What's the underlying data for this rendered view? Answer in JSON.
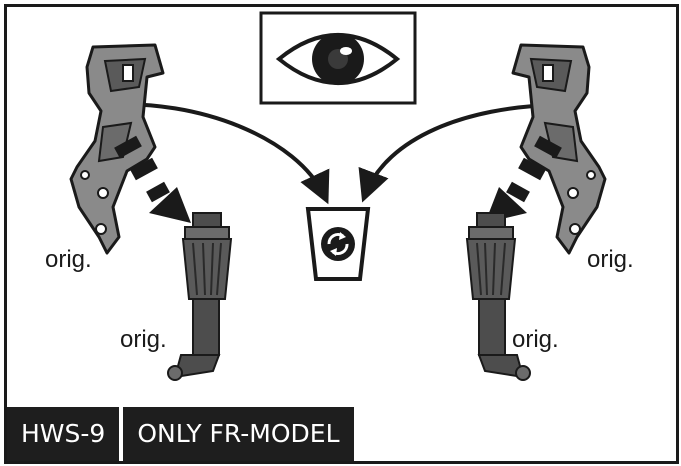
{
  "labels": {
    "left_bracket": "orig.",
    "left_nozzle": "orig.",
    "right_bracket": "orig.",
    "right_nozzle": "orig."
  },
  "footer": {
    "code": "HWS-9",
    "note": "ONLY FR-MODEL"
  },
  "icons": {
    "eye": "eye-icon",
    "recycle": "recycle-bin-icon"
  },
  "colors": {
    "line": "#1a1a1a",
    "part_fill": "#8a8a8a",
    "part_dark": "#4d4d4d",
    "footer_bg": "#1e1e1e",
    "footer_text": "#ffffff"
  }
}
